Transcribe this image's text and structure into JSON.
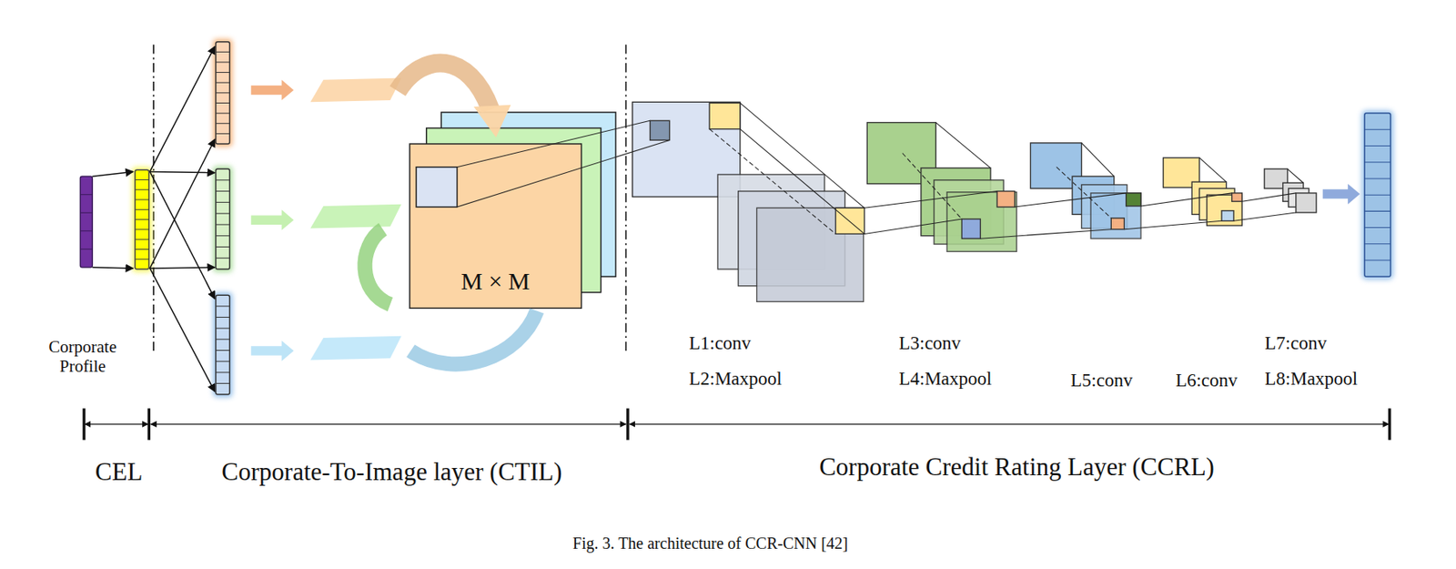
{
  "diagram": {
    "caption": "Fig. 3. The architecture of CCR-CNN [42]",
    "nodes": [
      {
        "text": [
          "M × M"
        ]
      }
    ],
    "edges": [],
    "labels": [
      "Corporate Profile",
      "L1:conv",
      "L2:Maxpool",
      "L3:conv",
      "L4:Maxpool",
      "L5:conv",
      "L6:conv",
      "L7:conv",
      "L8:Maxpool",
      "CEL",
      "Corporate-To-Image layer (CTIL)",
      "Corporate Credit Rating Layer (CCRL)"
    ]
  }
}
